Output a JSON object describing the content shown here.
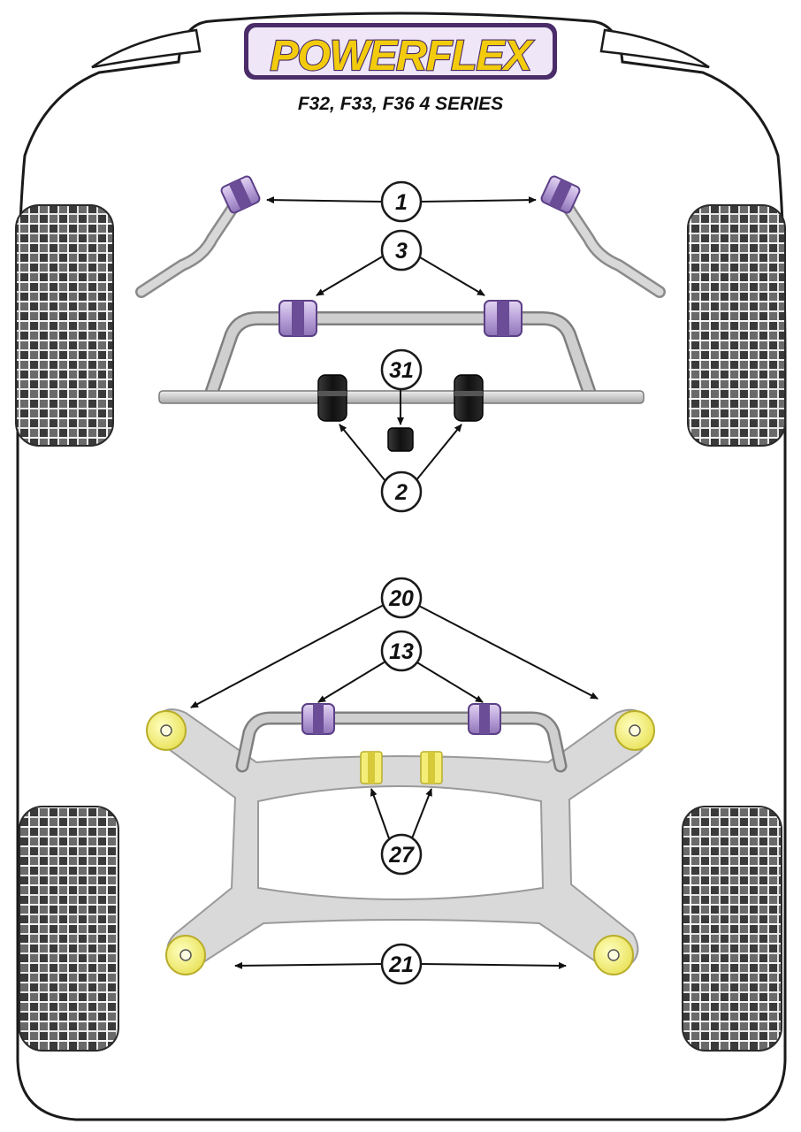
{
  "brand": {
    "logo_text": "POWERFLEX",
    "subtitle": "F32, F33, F36 4 SERIES"
  },
  "callouts": {
    "c1": "1",
    "c3": "3",
    "c31": "31",
    "c2": "2",
    "c20": "20",
    "c13": "13",
    "c27": "27",
    "c21": "21"
  },
  "colors": {
    "purple_bush": "#b9a2d9",
    "purple_dark": "#5b3f86",
    "black_bush": "#1d1d1d",
    "yellow_bush": "#f4ee78",
    "subframe": "#d9d9d9",
    "bar": "#c9c9c9",
    "outline": "#1a1a1a"
  }
}
